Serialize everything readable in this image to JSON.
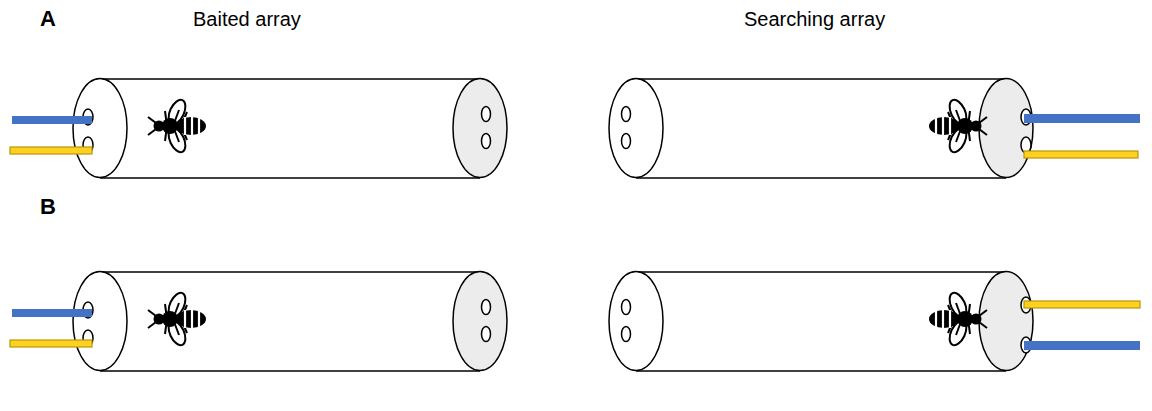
{
  "diagram": {
    "labels": [
      "A",
      "Baited array",
      "Searching array",
      "B"
    ]
  }
}
